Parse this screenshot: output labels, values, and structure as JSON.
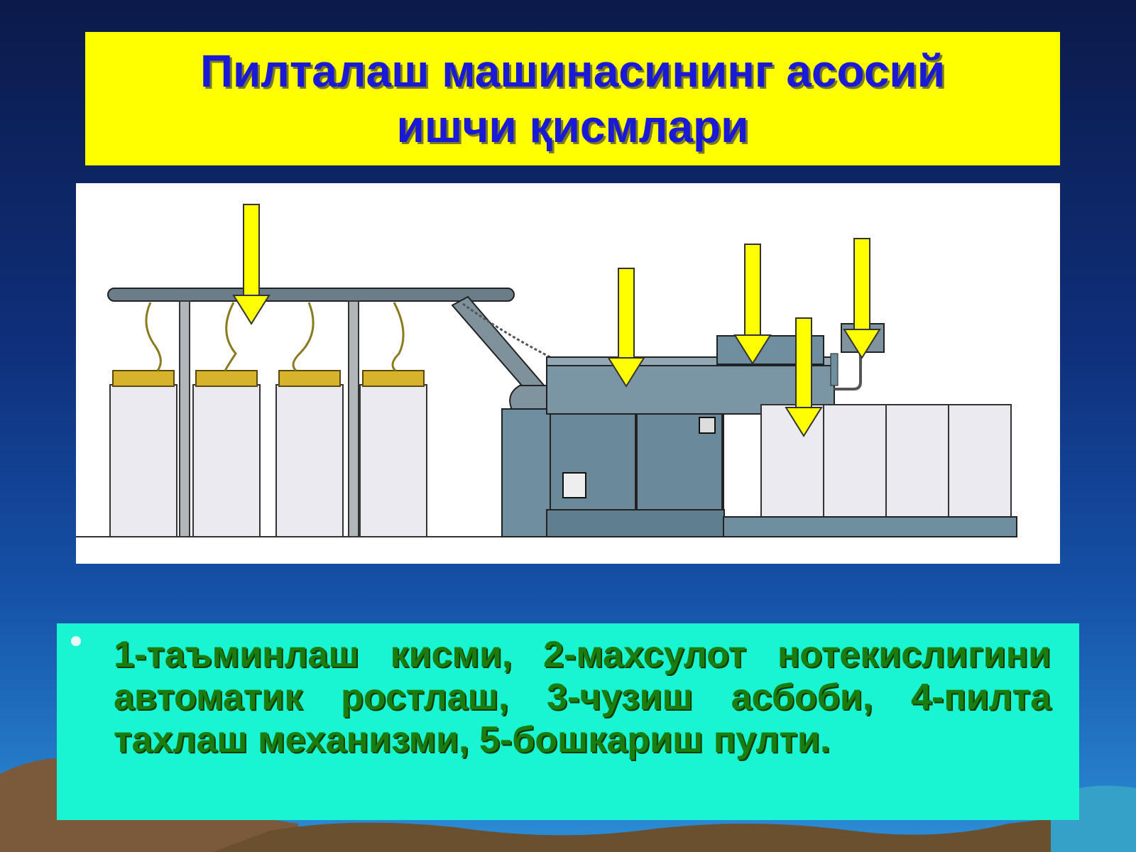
{
  "slide": {
    "title_line1": "Пилталаш машинасининг асосий",
    "title_line2": "ишчи қисмлари",
    "caption": "1-таъминлаш кисми, 2-махсулот нотекислигини автоматик ростлаш, 3-чузиш асбоби, 4-пилта тахлаш механизми, 5-бошкариш пулти."
  },
  "colors": {
    "title_bg": "#ffff00",
    "title_text": "#1a1ad6",
    "caption_bg": "#19f5d2",
    "caption_text": "#1b7d10",
    "arrow_fill": "#ffff00",
    "machine_body": "#6f8fa0"
  },
  "diagram": {
    "arrows_count": 5,
    "feed_cans_count": 4,
    "delivery_cans_count": 4
  }
}
